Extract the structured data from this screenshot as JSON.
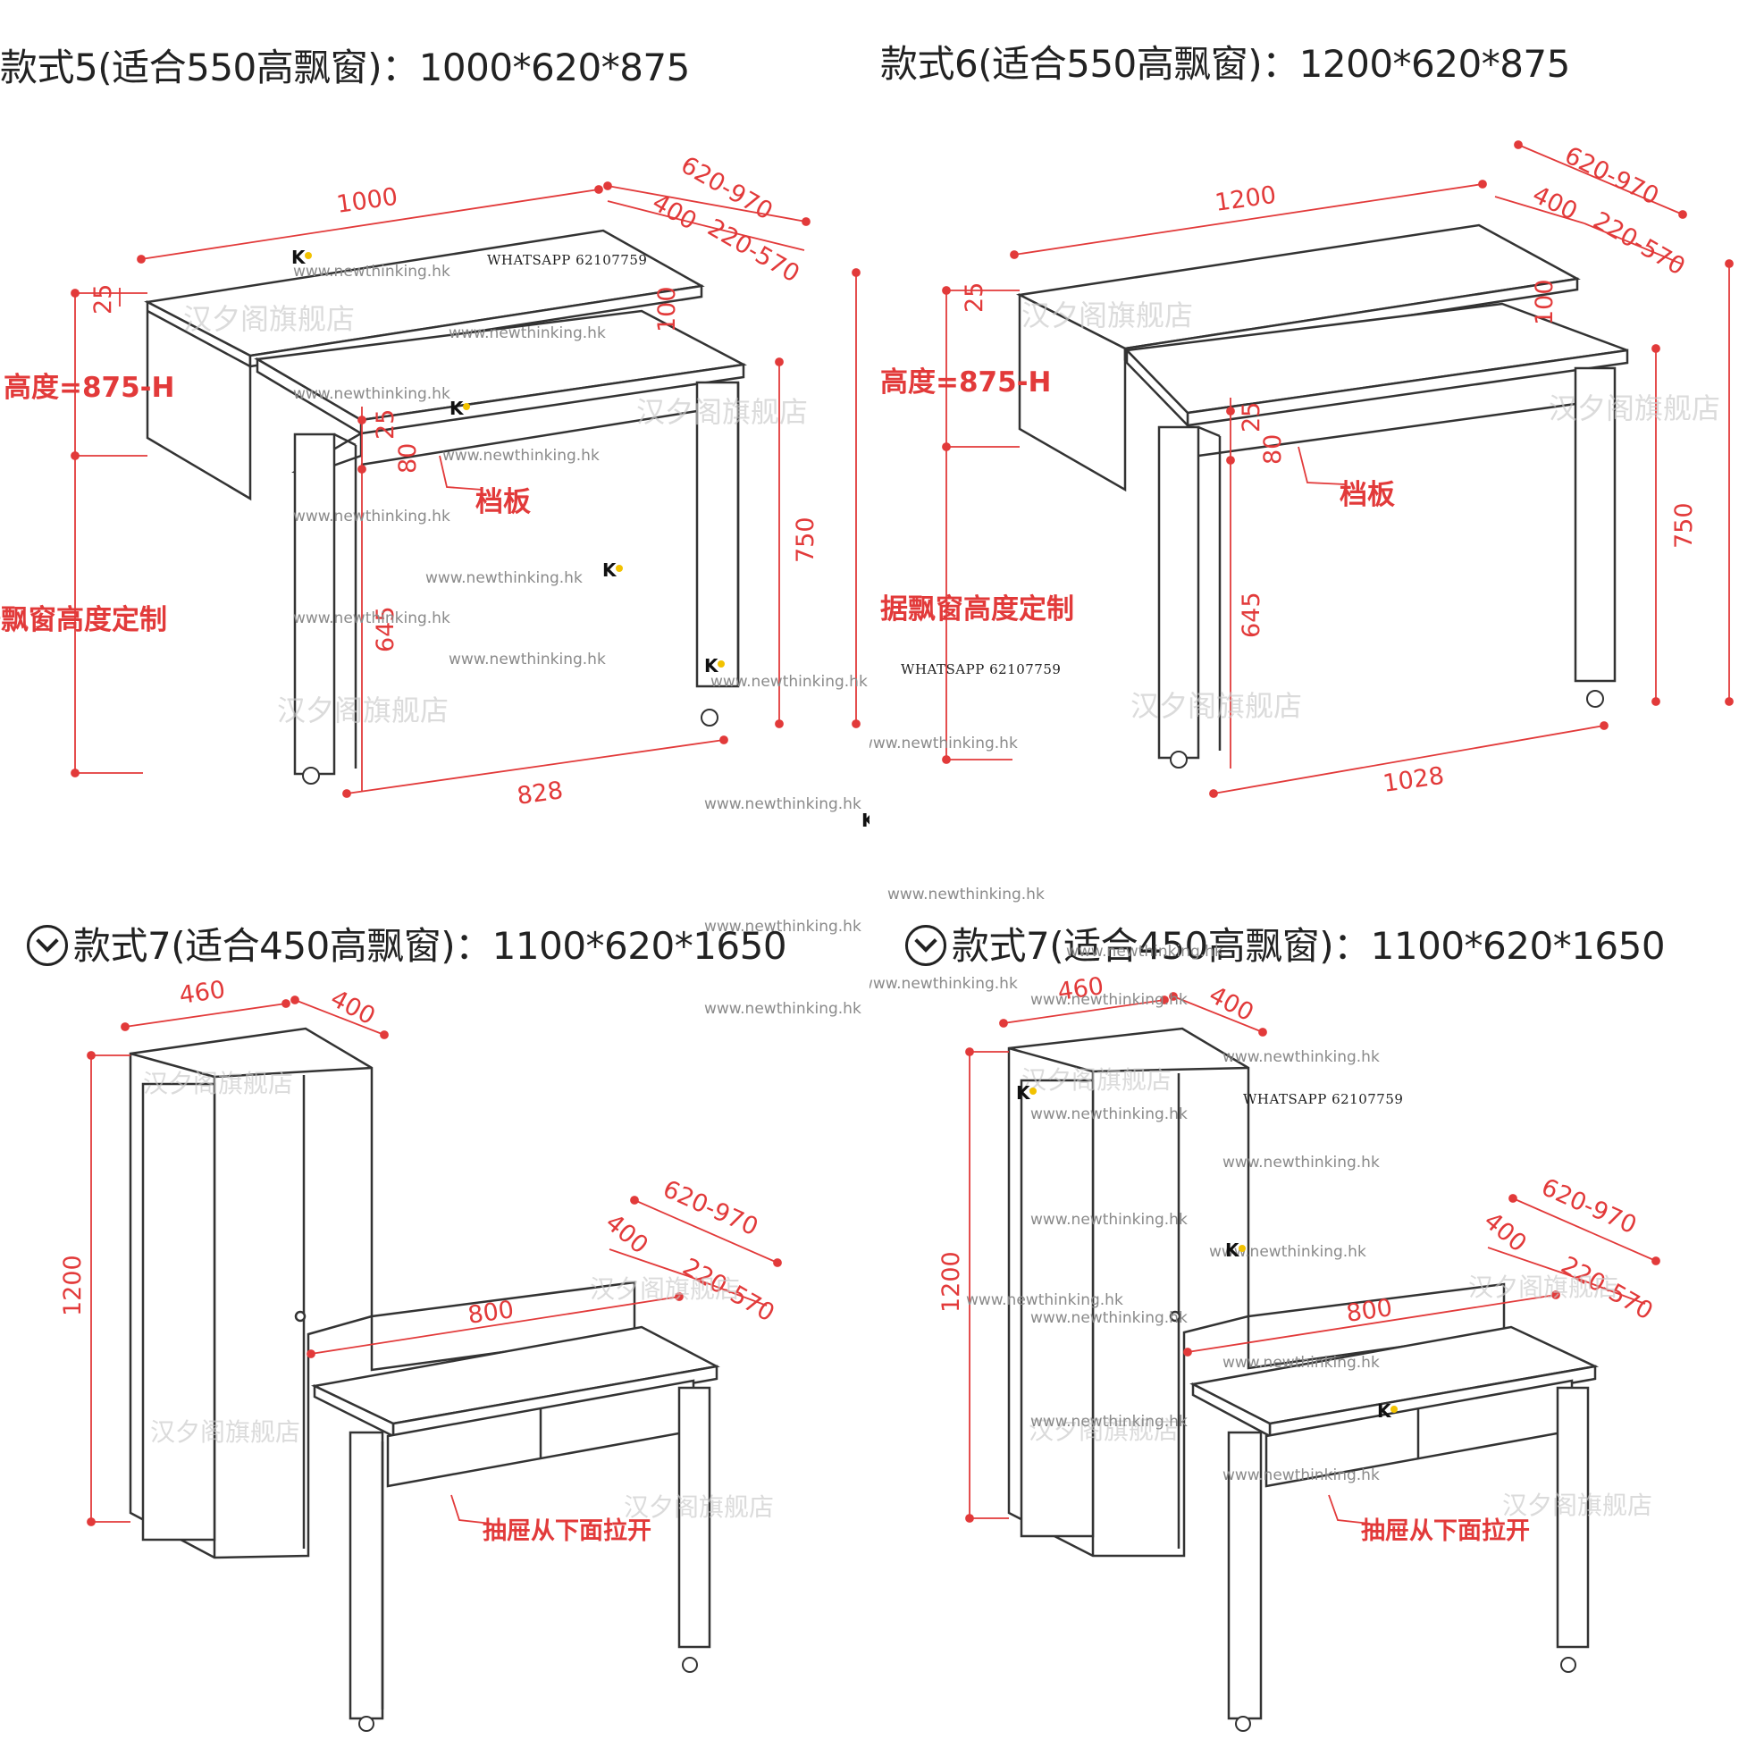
{
  "panels": [
    {
      "title": "款式5(适合550高飘窗)：1000*620*875",
      "dims": [
        "1000",
        "620-970",
        "400",
        "220-570",
        "25",
        "100",
        "25",
        "80",
        "750",
        "645",
        "828"
      ],
      "height_label": "高度=875-H",
      "custom_label": "据飘窗高度定制",
      "baffle_label": "档板"
    },
    {
      "title": "款式6(适合550高飘窗)：1200*620*875",
      "dims": [
        "1200",
        "620-970",
        "400",
        "220-570",
        "25",
        "100",
        "25",
        "80",
        "750",
        "645",
        "1028"
      ],
      "height_label": "高度=875-H",
      "custom_label": "据飘窗高度定制",
      "baffle_label": "档板"
    },
    {
      "title": "款式7(适合450高飘窗)：1100*620*1650",
      "dims": [
        "460",
        "400",
        "1200",
        "620-970",
        "400",
        "220-570",
        "800"
      ],
      "drawer_label": "抽屉从下面拉开"
    },
    {
      "title": "款式7(适合450高飘窗)：1100*620*1650",
      "dims": [
        "460",
        "400",
        "1200",
        "620-970",
        "400",
        "220-570",
        "800"
      ],
      "drawer_label": "抽屉从下面拉开"
    }
  ],
  "watermark_shop": "汉夕阁旗舰店",
  "watermark_url": "www.newthinking.hk",
  "whatsapp": "WHATSAPP 62107759",
  "logo_letter": "K",
  "colors": {
    "dimension_red": "#e23a3a",
    "line": "#333333"
  }
}
